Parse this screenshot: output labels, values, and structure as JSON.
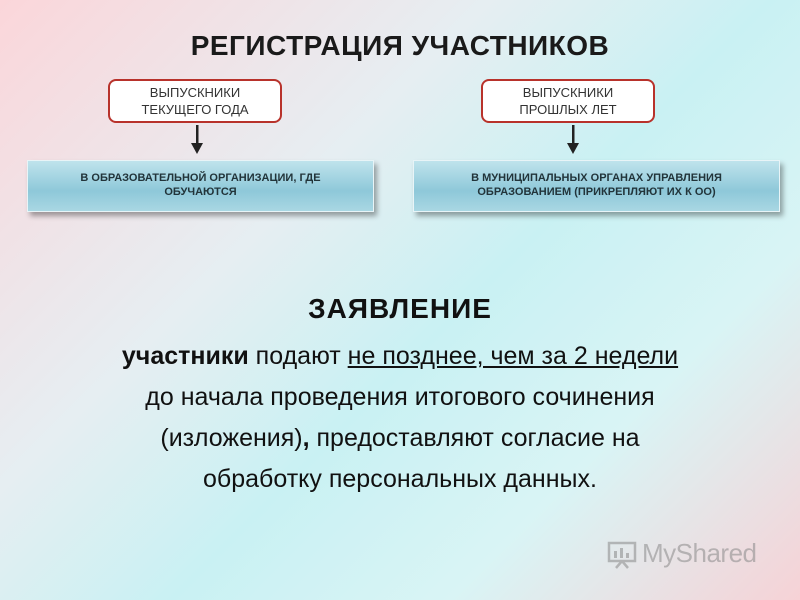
{
  "title": "РЕГИСТРАЦИЯ  УЧАСТНИКОВ",
  "left_tag": "ВЫПУСКНИКИ\nТЕКУЩЕГО ГОДА",
  "right_tag": "ВЫПУСКНИКИ\nПРОШЛЫХ ЛЕТ",
  "left_box": "В образовательной организации, где\nобучаются",
  "right_box": "В муниципальных органах управления\nобразованием (прикрепляют их к ОО)",
  "heading": "ЗАЯВЛЕНИЕ",
  "body": {
    "bold_word": "участники",
    "text_1": " подают ",
    "underlined": "не позднее, чем за 2 недели",
    "line_2": "до начала проведения итогового сочинения",
    "line_3a": "(изложения)",
    "line_3b": ",",
    "line_3c": " предоставляют согласие на",
    "line_4": "обработку персональных данных."
  },
  "watermark": "MyShared",
  "colors": {
    "tag_border": "#b8322b",
    "box_fill": "#8ec8d9"
  },
  "icons": {
    "arrow": "down-arrow-icon",
    "logo": "myshared-logo-icon"
  }
}
